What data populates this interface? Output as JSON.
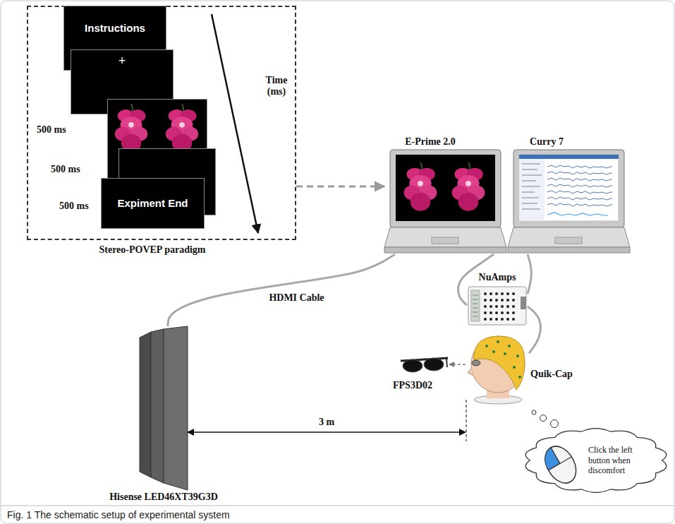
{
  "diagram": {
    "caption": "Fig. 1 The schematic setup of experimental system",
    "nodes": [
      {
        "text": [
          "Stereo-POVEP paradigm"
        ]
      },
      {
        "text": [
          "Instructions"
        ],
        "in": 0
      },
      {
        "text": [
          "+"
        ],
        "in": 0
      },
      {
        "text": [
          "Expiment End"
        ],
        "in": 0
      },
      {
        "text": [
          "E-Prime 2.0"
        ]
      },
      {
        "text": [
          "Curry 7"
        ]
      },
      {
        "text": [
          "NuAmps"
        ]
      },
      {
        "text": [
          "FPS3D02"
        ]
      },
      {
        "text": [
          "Quik-Cap"
        ]
      },
      {
        "text": [
          "Hisense LED46XT39G3D"
        ]
      },
      {
        "text": [
          "Click the left button when discomfort"
        ]
      }
    ],
    "edges": [
      {
        "from": 0,
        "to": 4,
        "arrow": "to"
      },
      {
        "from": 9,
        "to": 4,
        "arrow": "none",
        "label": "HDMI Cable"
      },
      {
        "from": 4,
        "to": 6,
        "arrow": "none"
      },
      {
        "from": 5,
        "to": 6,
        "arrow": "none"
      },
      {
        "from": 6,
        "to": 8,
        "arrow": "none"
      },
      {
        "from": 8,
        "to": 7,
        "arrow": "to"
      },
      {
        "from": 8,
        "to": 9,
        "arrow": "both",
        "label": "3 m"
      }
    ],
    "labels": [
      "500 ms",
      "500 ms",
      "500 ms",
      "Time (ms)"
    ]
  }
}
